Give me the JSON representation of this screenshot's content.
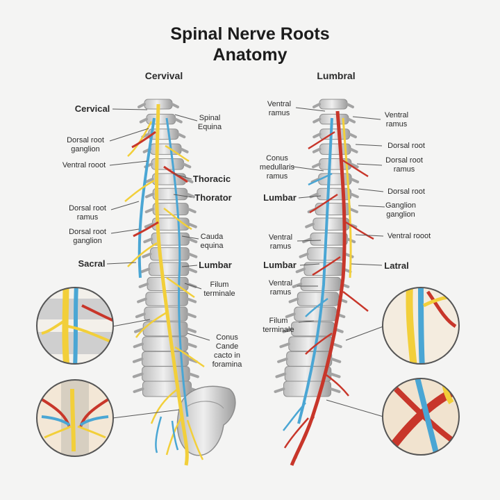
{
  "title": {
    "line1": "Spinal Nerve Roots",
    "line2": "Anatomy"
  },
  "sections": {
    "left_heading": "Cervival",
    "right_heading": "Lumbral"
  },
  "labels_left": [
    {
      "id": "cervical",
      "text": "Cervical"
    },
    {
      "id": "dorsal-root-ganglion-1",
      "text": "Dorsal root\nganglion"
    },
    {
      "id": "ventral-rooot",
      "text": "Ventral rooot"
    },
    {
      "id": "dorsal-root-ramus",
      "text": "Dorsal root\nramus"
    },
    {
      "id": "dorsal-root-ganglion-2",
      "text": "Dorsal root\nganglion"
    },
    {
      "id": "sacral",
      "text": "Sacral"
    }
  ],
  "labels_center": [
    {
      "id": "spinal-equina",
      "text": "Spinal\nEquina"
    },
    {
      "id": "thoracic",
      "text": "Thoracic"
    },
    {
      "id": "thorator",
      "text": "Thorator"
    },
    {
      "id": "cauda-equina",
      "text": "Cauda\nequina"
    },
    {
      "id": "lumbar-center-left",
      "text": "Lumbar"
    },
    {
      "id": "filum-terminale-1",
      "text": "Filum\nterminale"
    },
    {
      "id": "conus-cande",
      "text": "Conus\nCande\ncacto in\nforamina"
    },
    {
      "id": "ventral-ramus-c1",
      "text": "Ventral\nramus"
    },
    {
      "id": "conus-medullaris",
      "text": "Conus\nmedullaris\nramus"
    },
    {
      "id": "lumbar-center-right-1",
      "text": "Lumbar"
    },
    {
      "id": "ventral-ramus-c2",
      "text": "Ventral\nramus"
    },
    {
      "id": "lumbar-center-right-2",
      "text": "Lumbar"
    },
    {
      "id": "ventral-ramus-c3",
      "text": "Ventral\nramus"
    },
    {
      "id": "filum-terminale-2",
      "text": "Filum\nterminale"
    }
  ],
  "labels_right": [
    {
      "id": "ventral-ramus-r1",
      "text": "Ventral\nramus"
    },
    {
      "id": "dorsal-root-1",
      "text": "Dorsal root"
    },
    {
      "id": "dorsal-root-ramus-r",
      "text": "Dorsal root\nramus"
    },
    {
      "id": "dorsal-root-2",
      "text": "Dorsal root"
    },
    {
      "id": "ganglion-ganglion",
      "text": "Ganglion\nganglion"
    },
    {
      "id": "ventral-rooot-r",
      "text": "Ventral rooot"
    },
    {
      "id": "latral",
      "text": "Latral"
    }
  ],
  "colors": {
    "background": "#f4f4f3",
    "bone": "#dcdcdc",
    "bone_shadow": "#a9a9a9",
    "nerve_yellow": "#f2cf3a",
    "nerve_blue": "#4aa6d4",
    "vessel_red": "#c8362a",
    "inset_border": "#555555"
  }
}
